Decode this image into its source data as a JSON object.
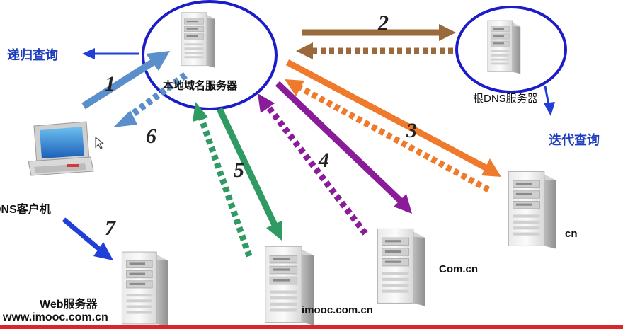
{
  "labels": {
    "local_dns": "本地域名服务器",
    "root_dns": "根DNS服务器",
    "client": "DNS客户机",
    "web_server": "Web服务器",
    "web_url": "www.imooc.com.cn",
    "imooc": "imooc.com.cn",
    "com_cn": "Com.cn",
    "cn": "cn",
    "recursive": "递归查询",
    "iterative": "迭代查询"
  },
  "steps": [
    "1",
    "2",
    "3",
    "4",
    "5",
    "6",
    "7"
  ],
  "icons": {
    "server": "server-tower-icon",
    "computer": "desktop-computer-icon",
    "cursor": "mouse-cursor-icon"
  },
  "colors": {
    "circle": "#1c1cc8",
    "blue_arrow": "#5a8fcb",
    "brown_arrow": "#9a6a3c",
    "orange_arrow": "#f07a2c",
    "purple_arrow": "#8a1c9a",
    "green_arrow": "#2f9a62",
    "dark_blue_arrow": "#1f3fd8",
    "bottom_rule": "#d9262b"
  }
}
